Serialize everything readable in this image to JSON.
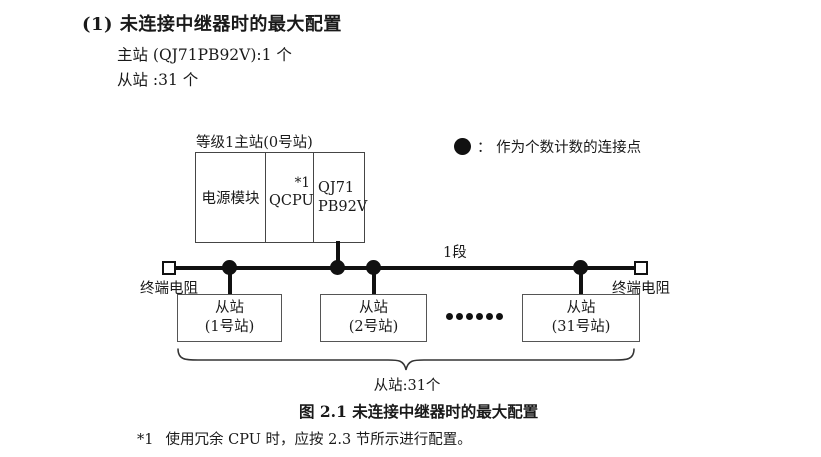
{
  "page": {
    "heading": "(1) 未连接中继器时的最大配置",
    "line1": "主站 (QJ71PB92V):1 个",
    "line2": "从站 :31 个",
    "caption": "图 2.1 未连接中继器时的最大配置",
    "footnote": {
      "marker": "*1",
      "text": "使用冗余 CPU 时，应按 2.3 节所示进行配置。"
    }
  },
  "diagram": {
    "master": {
      "label": "等级1主站(0号站)",
      "cells": [
        {
          "text": "电源模块"
        },
        {
          "text": "QCPU",
          "superscript": "*1"
        },
        {
          "text": "QJ71 PB92V",
          "lines": [
            "QJ71",
            "PB92V"
          ]
        }
      ]
    },
    "legend": {
      "label": "：  作为个数计数的连接点"
    },
    "segment_label": "1段",
    "terminators": {
      "left": "终端电阻",
      "right": "终端电阻"
    },
    "slaves": [
      {
        "line1": "从站",
        "line2": "(1号站)"
      },
      {
        "line1": "从站",
        "line2": "(2号站)"
      },
      {
        "line1": "从站",
        "line2": "(31号站)"
      }
    ],
    "slave_count_label": "从站:31个",
    "colors": {
      "line": "#111111",
      "border": "#454545",
      "text": "#1a1a1a"
    }
  }
}
